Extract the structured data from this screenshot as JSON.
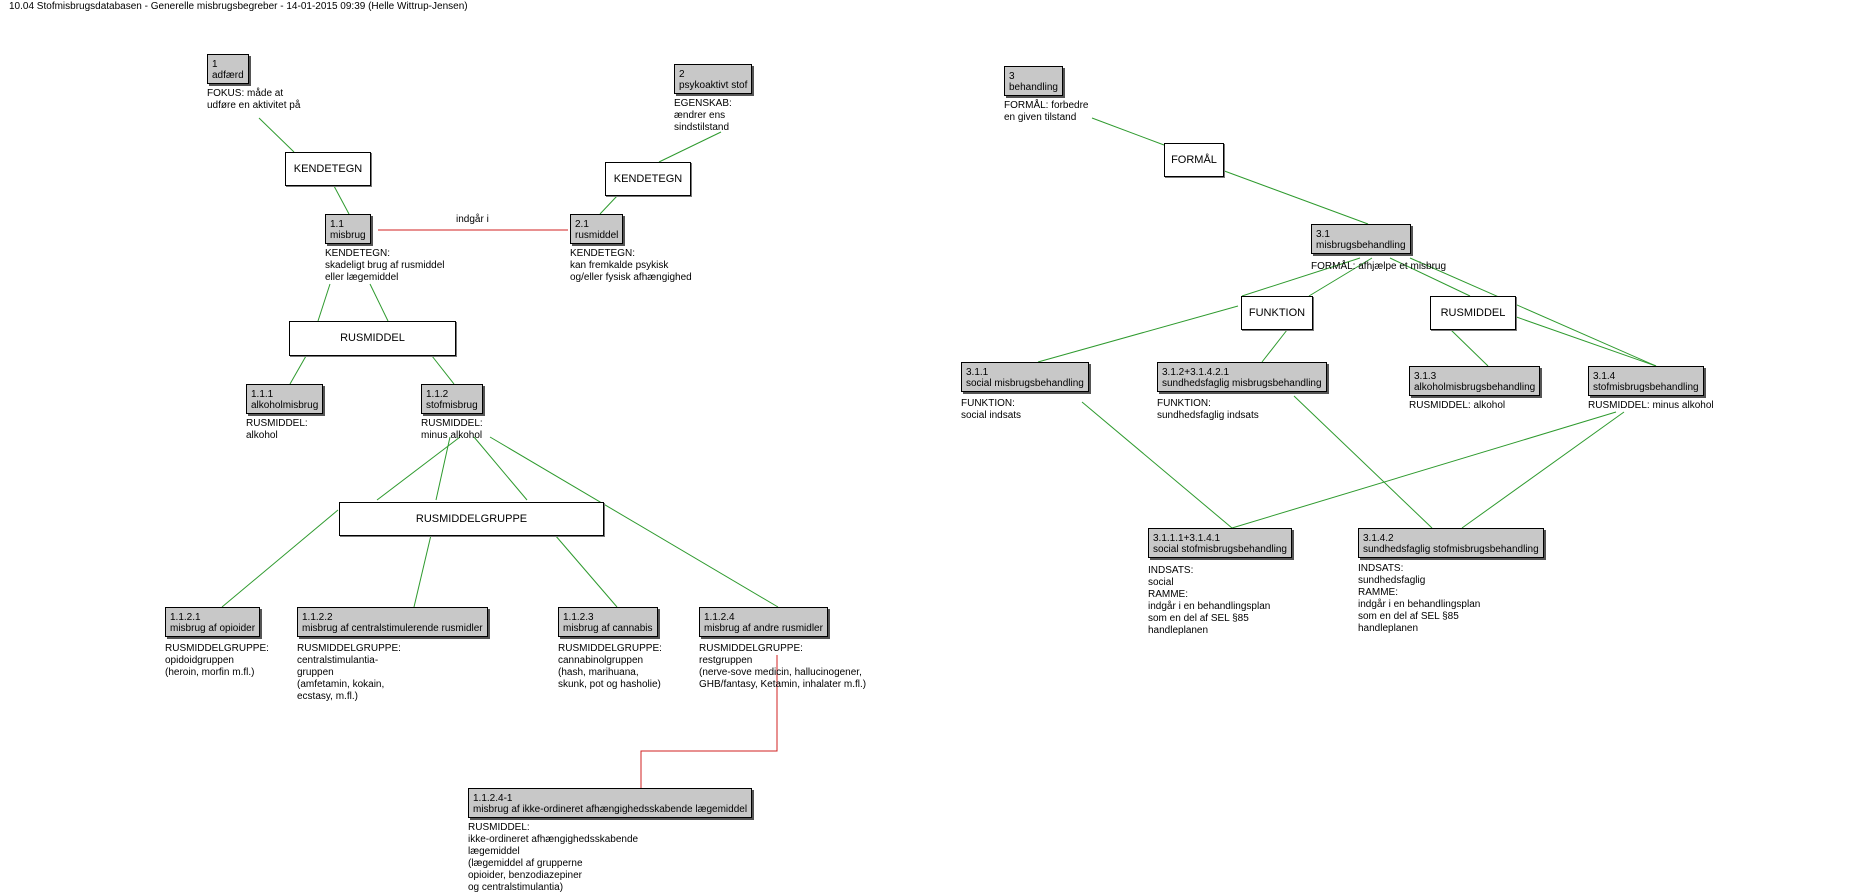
{
  "header": {
    "title": "10.04 Stofmisbrugsdatabasen - Generelle misbrugsbegreber - 14-01-2015 09:39 (Helle Wittrup-Jensen)"
  },
  "colors": {
    "green_line": "#2e9a2e",
    "red_line": "#d02020",
    "node_fill": "#c8c8c8",
    "label_fill": "#ffffff"
  },
  "nodes": {
    "n1": {
      "lines": [
        "1",
        "adfærd"
      ]
    },
    "n2": {
      "lines": [
        "2",
        "psykoaktivt stof"
      ]
    },
    "n3": {
      "lines": [
        "3",
        "behandling"
      ]
    },
    "n11": {
      "lines": [
        "1.1",
        "misbrug"
      ]
    },
    "n21": {
      "lines": [
        "2.1",
        "rusmiddel"
      ]
    },
    "n31": {
      "lines": [
        "3.1",
        "misbrugsbehandling"
      ]
    },
    "n111": {
      "lines": [
        "1.1.1",
        "alkoholmisbrug"
      ]
    },
    "n112": {
      "lines": [
        "1.1.2",
        "stofmisbrug"
      ]
    },
    "n311": {
      "lines": [
        "3.1.1",
        "social misbrugsbehandling"
      ]
    },
    "n312": {
      "lines": [
        "3.1.2+3.1.4.2.1",
        "sundhedsfaglig misbrugsbehandling"
      ]
    },
    "n313": {
      "lines": [
        "3.1.3",
        "alkoholmisbrugsbehandling"
      ]
    },
    "n314": {
      "lines": [
        "3.1.4",
        "stofmisbrugsbehandling"
      ]
    },
    "n3111": {
      "lines": [
        "3.1.1.1+3.1.4.1",
        "social stofmisbrugsbehandling"
      ]
    },
    "n3142": {
      "lines": [
        "3.1.4.2",
        "sundhedsfaglig stofmisbrugsbehandling"
      ]
    },
    "n1121": {
      "lines": [
        "1.1.2.1",
        "misbrug af opioider"
      ]
    },
    "n1122": {
      "lines": [
        "1.1.2.2",
        "misbrug af centralstimulerende rusmidler"
      ]
    },
    "n1123": {
      "lines": [
        "1.1.2.3",
        "misbrug af cannabis"
      ]
    },
    "n1124": {
      "lines": [
        "1.1.2.4",
        "misbrug af andre rusmidler"
      ]
    },
    "n11241": {
      "lines": [
        "1.1.2.4-1",
        "misbrug af ikke-ordineret afhængighedsskabende lægemiddel"
      ]
    }
  },
  "labels": {
    "kendetegn1": "KENDETEGN",
    "kendetegn2": "KENDETEGN",
    "formaal": "FORMÅL",
    "rusmiddel1": "RUSMIDDEL",
    "funktion": "FUNKTION",
    "rusmiddel3": "RUSMIDDEL",
    "rusmiddelgruppe": "RUSMIDDELGRUPPE"
  },
  "descriptions": {
    "d1": [
      "FOKUS: måde at",
      "udføre en aktivitet på"
    ],
    "d2": [
      "EGENSKAB:",
      "ændrer ens",
      "sindstilstand"
    ],
    "d3": [
      "FORMÅL: forbedre",
      "en given tilstand"
    ],
    "d11": [
      "KENDETEGN:",
      "skadeligt brug af rusmiddel",
      "eller lægemiddel"
    ],
    "d21": [
      "KENDETEGN:",
      "kan fremkalde psykisk",
      "og/eller fysisk afhængighed"
    ],
    "d31": [
      "FORMÅL: afhjælpe et misbrug"
    ],
    "d111": [
      "RUSMIDDEL:",
      "alkohol"
    ],
    "d112": [
      "RUSMIDDEL:",
      "minus alkohol"
    ],
    "d311": [
      "FUNKTION:",
      "social indsats"
    ],
    "d312": [
      "FUNKTION:",
      "sundhedsfaglig indsats"
    ],
    "d313": [
      "RUSMIDDEL: alkohol"
    ],
    "d314": [
      "RUSMIDDEL: minus alkohol"
    ],
    "d3111": [
      "INDSATS:",
      "social",
      "RAMME:",
      "indgår i en behandlingsplan",
      "som en del af SEL §85",
      "handleplanen"
    ],
    "d3142": [
      "INDSATS:",
      "sundhedsfaglig",
      "RAMME:",
      "indgår i en behandlingsplan",
      "som en del af SEL §85",
      "handleplanen"
    ],
    "d1121": [
      "RUSMIDDELGRUPPE:",
      "opidoidgruppen",
      "(heroin, morfin m.fl.)"
    ],
    "d1122": [
      "RUSMIDDELGRUPPE:",
      "centralstimulantia-",
      "gruppen",
      "(amfetamin, kokain,",
      "ecstasy, m.fl.)"
    ],
    "d1123": [
      "RUSMIDDELGRUPPE:",
      "cannabinolgruppen",
      "(hash, marihuana,",
      "skunk, pot og hasholie)"
    ],
    "d1124": [
      "RUSMIDDELGRUPPE:",
      "restgruppen",
      "(nerve-sove medicin, hallucinogener,",
      "GHB/fantasy, Ketamin, inhalater m.fl.)"
    ],
    "d11241": [
      "RUSMIDDEL:",
      "ikke-ordineret afhængighedsskabende",
      "lægemiddel",
      "(lægemiddel af grupperne",
      "opioider, benzodiazepiner",
      "og centralstimulantia)"
    ]
  },
  "edge_labels": {
    "indgaar": "indgår i"
  }
}
